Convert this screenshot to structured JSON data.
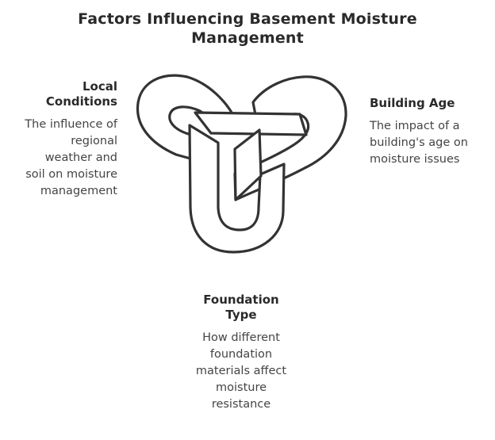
{
  "title": {
    "line1": "Factors Influencing Basement Moisture",
    "line2": "Management"
  },
  "factors": {
    "local_conditions": {
      "heading_line1": "Local",
      "heading_line2": "Conditions",
      "desc_lines": [
        "The influence of",
        "regional",
        "weather and",
        "soil on moisture",
        "management"
      ]
    },
    "building_age": {
      "heading_line1": "Building Age",
      "desc_lines": [
        "The impact of a",
        "building's age on",
        "moisture issues"
      ]
    },
    "foundation_type": {
      "heading_line1": "Foundation",
      "heading_line2": "Type",
      "desc_lines": [
        "How different",
        "foundation",
        "materials affect",
        "moisture",
        "resistance"
      ]
    }
  },
  "colors": {
    "stroke": "#333333",
    "fill": "#ffffff"
  },
  "icons": {
    "center": "trefoil-knot-icon"
  }
}
